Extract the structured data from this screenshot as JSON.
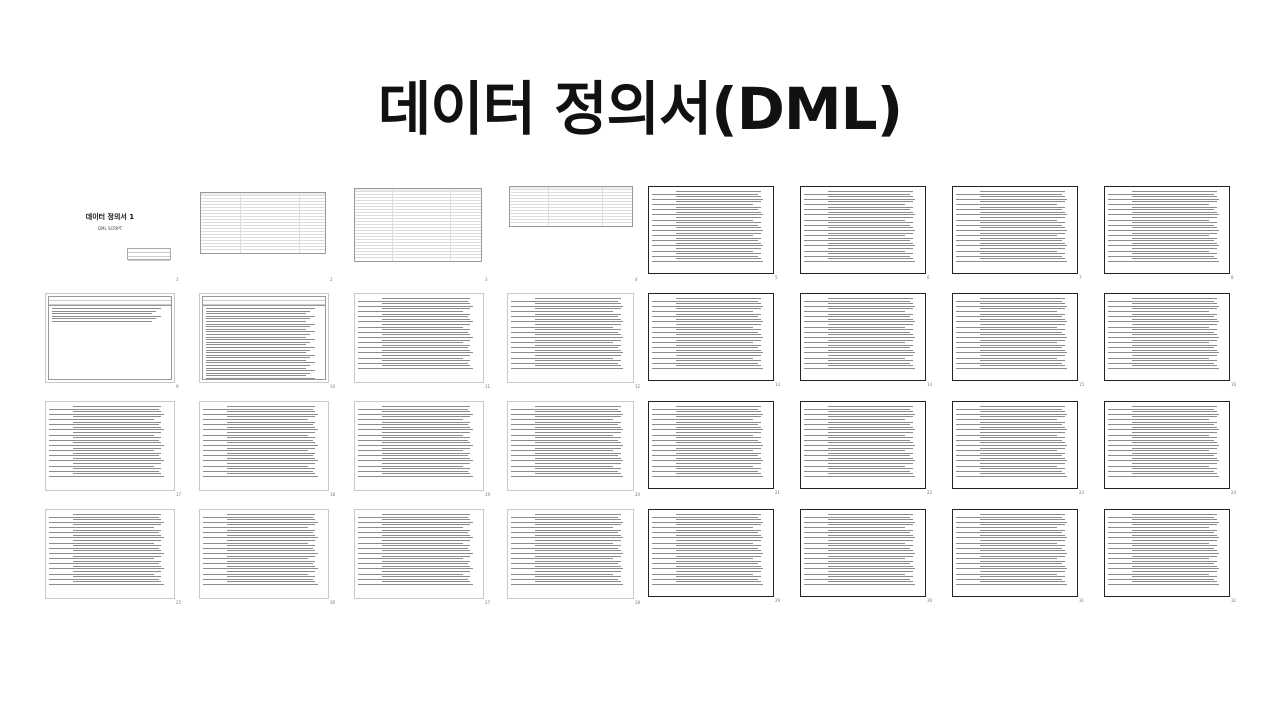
{
  "slide": {
    "title": "데이터 정의서(DML)"
  },
  "cover": {
    "title": "데이터 정의서 1",
    "subtitle": "DML SCRIPT"
  },
  "pages": [
    {
      "num": "1",
      "kind": "cover"
    },
    {
      "num": "2",
      "kind": "toc"
    },
    {
      "num": "3",
      "kind": "toc2"
    },
    {
      "num": "4",
      "kind": "toc3"
    },
    {
      "num": "5",
      "kind": "text-dark"
    },
    {
      "num": "6",
      "kind": "text-dark"
    },
    {
      "num": "7",
      "kind": "text-dark"
    },
    {
      "num": "8",
      "kind": "text-dark"
    },
    {
      "num": "9",
      "kind": "header"
    },
    {
      "num": "10",
      "kind": "header-text"
    },
    {
      "num": "11",
      "kind": "text"
    },
    {
      "num": "12",
      "kind": "text"
    },
    {
      "num": "13",
      "kind": "text-dark"
    },
    {
      "num": "14",
      "kind": "text-dark"
    },
    {
      "num": "15",
      "kind": "text-dark"
    },
    {
      "num": "16",
      "kind": "text-dark"
    },
    {
      "num": "17",
      "kind": "text"
    },
    {
      "num": "18",
      "kind": "text"
    },
    {
      "num": "19",
      "kind": "text"
    },
    {
      "num": "20",
      "kind": "text"
    },
    {
      "num": "21",
      "kind": "text-dark"
    },
    {
      "num": "22",
      "kind": "text-dark"
    },
    {
      "num": "23",
      "kind": "text-dark"
    },
    {
      "num": "24",
      "kind": "text-dark"
    },
    {
      "num": "25",
      "kind": "text"
    },
    {
      "num": "26",
      "kind": "text"
    },
    {
      "num": "27",
      "kind": "text"
    },
    {
      "num": "28",
      "kind": "text"
    },
    {
      "num": "29",
      "kind": "text-dark"
    },
    {
      "num": "30",
      "kind": "text-dark"
    },
    {
      "num": "31",
      "kind": "text-dark"
    },
    {
      "num": "32",
      "kind": "text-dark"
    }
  ]
}
